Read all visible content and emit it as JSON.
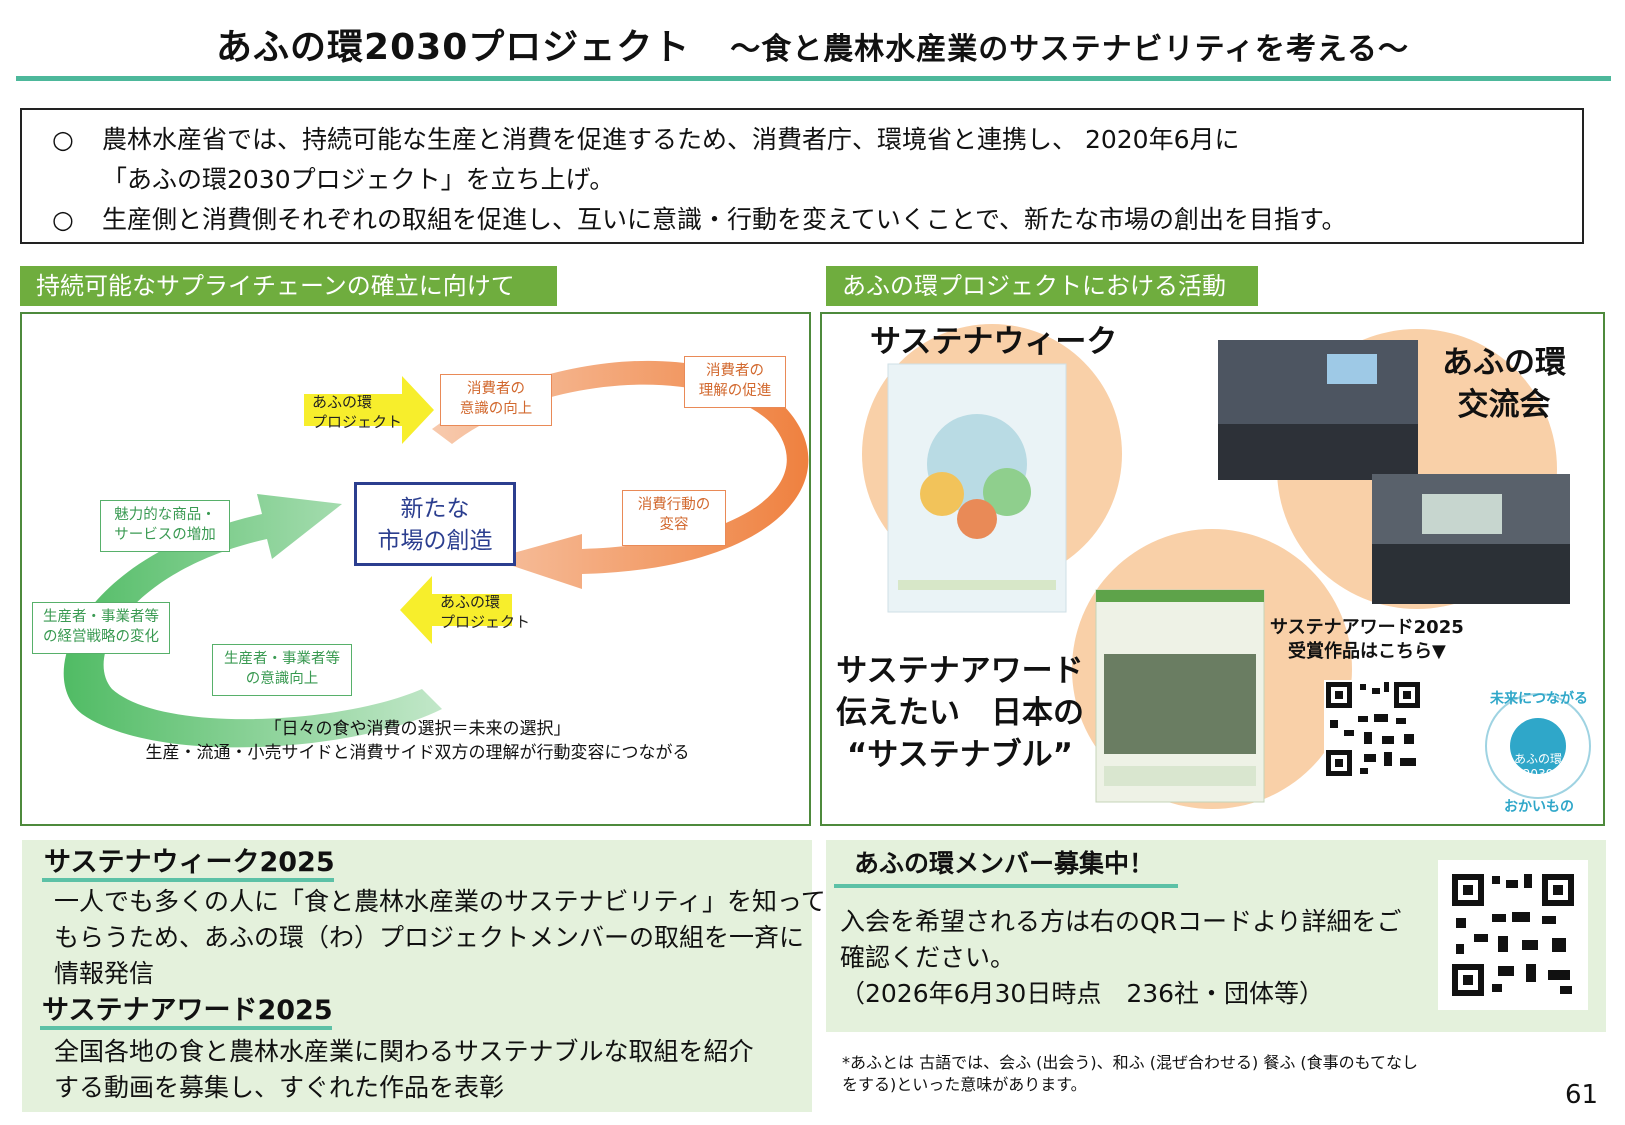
{
  "header": {
    "title": "あふの環2030プロジェクト",
    "subtitle": "～食と農林水産業のサステナビリティを考える～"
  },
  "intro": {
    "bullet_mark": "○",
    "line1": "農林水産省では、持続可能な生産と消費を促進するため、消費者庁、環境省と連携し、 2020年6月に",
    "line1_cont": "「あふの環2030プロジェクト」を立ち上げ。",
    "line2": "生産側と消費側それぞれの取組を促進し、互いに意識・行動を変えていくことで、新たな市場の創出を目指す。"
  },
  "left_section": {
    "heading": "持続可能なサプライチェーンの確立に向けて",
    "center_line1": "新たな",
    "center_line2": "市場の創造",
    "boxes": {
      "consumer_awareness_1": "消費者の",
      "consumer_awareness_2": "意識の向上",
      "consumer_understanding_1": "消費者の",
      "consumer_understanding_2": "理解の促進",
      "consumer_behavior_1": "消費行動の",
      "consumer_behavior_2": "変容",
      "attractive_1": "魅力的な商品・",
      "attractive_2": "サービスの増加",
      "producer_strategy_1": "生産者・事業者等",
      "producer_strategy_2": "の経営戦略の変化",
      "producer_awareness_1": "生産者・事業者等",
      "producer_awareness_2": "の意識向上"
    },
    "badge_top_1": "あふの環",
    "badge_top_2": "プロジェクト",
    "badge_bottom_1": "あふの環",
    "badge_bottom_2": "プロジェクト",
    "caption1": "「日々の食や消費の選択＝未来の選択」",
    "caption2": "生産・流通・小売サイドと消費サイド双方の理解が行動変容につながる"
  },
  "right_section": {
    "heading": "あふの環プロジェクトにおける活動",
    "sustainaweek_label": "サステナウィーク",
    "koryukai_1": "あふの環",
    "koryukai_2": "交流会",
    "award_1": "サステナアワード",
    "award_2": "伝えたい　日本の",
    "award_3": "“サステナブル”",
    "award_qr_1": "サステナアワード2025",
    "award_qr_2": "受賞作品はこちら▼",
    "logo_center_1": "あふの環",
    "logo_center_2": "2030",
    "logo_ring_1": "未来につながる",
    "logo_ring_2": "おかいもの"
  },
  "sustaina_panel": {
    "week_title": "サステナウィーク2025",
    "week_body_1": "一人でも多くの人に「食と農林水産業のサステナビリティ」を知って",
    "week_body_2": "もらうため、あふの環（わ）プロジェクトメンバーの取組を一斉に",
    "week_body_3": "情報発信",
    "award_title": "サステナアワード2025",
    "award_body_1": "全国各地の食と農林水産業に関わるサステナブルな取組を紹介",
    "award_body_2": "する動画を募集し、すぐれた作品を表彰"
  },
  "member_panel": {
    "title": "あふの環メンバー募集中！",
    "body_1": "入会を希望される方は右のQRコードより詳細をご",
    "body_2": "確認ください。",
    "body_3": "（2026年6月30日時点　236社・団体等）"
  },
  "footnote": {
    "line1": "*あふとは 古語では、会ふ (出会う)、和ふ (混ぜ合わせる) 餐ふ (食事のもてなし",
    "line2": "をする)といった意味があります。"
  },
  "page_number": "61",
  "colors": {
    "accent_teal": "#4db89b",
    "section_green": "#6fad3e",
    "panel_green": "#e4f1dc",
    "cycle_orange": "#ee7a35",
    "cycle_green": "#47b85c",
    "peach": "#f9d0a8",
    "center_navy": "#2b3e8f"
  }
}
